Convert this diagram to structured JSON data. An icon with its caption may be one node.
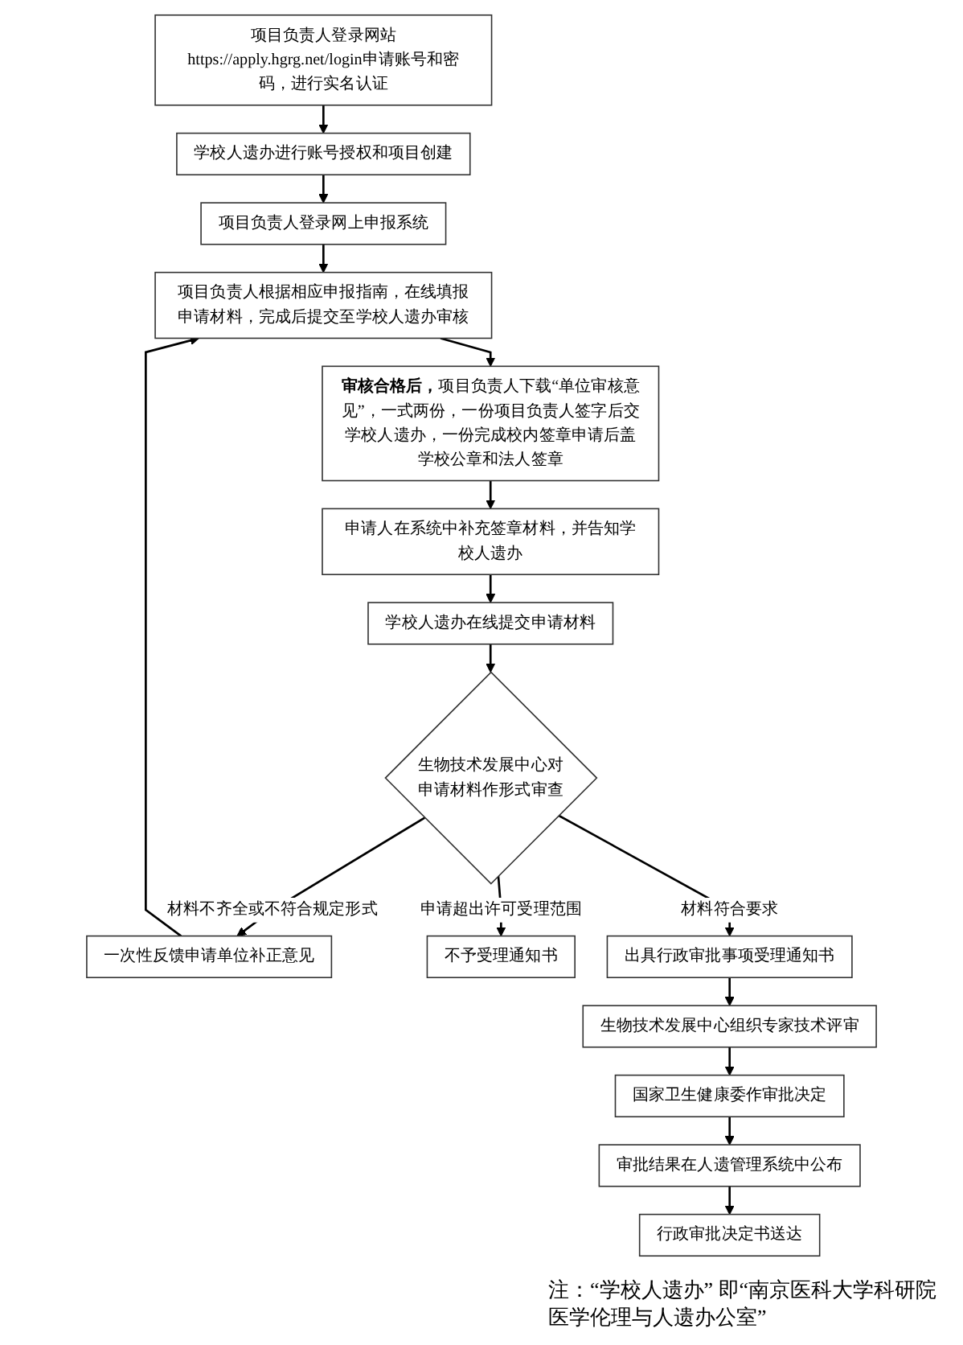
{
  "diagram": {
    "nodes": [
      {
        "text": [
          "项目负责人登录网站https://apply.hgrg.net/login申请账号和密码，进行实名认证"
        ]
      },
      {
        "text": [
          "学校人遗办进行账号授权和项目创建"
        ]
      },
      {
        "text": [
          "项目负责人登录网上申报系统"
        ]
      },
      {
        "text": [
          "项目负责人根据相应申报指南，在线填报申请材料，完成后提交至学校人遗办审核"
        ]
      },
      {
        "text": [
          "**审核合格后，**项目负责人下载“单位审核意见”，一式两份，一份项目负责人签字后交学校人遗办，一份完成校内签章申请后盖学校公章和法人签章"
        ]
      },
      {
        "text": [
          "申请人在系统中补充签章材料，并告知学校人遗办"
        ]
      },
      {
        "text": [
          "一次性反馈申请单位补正意见"
        ]
      },
      {
        "text": [
          "学校人遗办在线提交申请材料"
        ]
      },
      {
        "text": [
          "生物技术发展中心对申请材料作形式审查"
        ]
      },
      {
        "text": [
          "不予受理通知书"
        ]
      },
      {
        "text": [
          "出具行政审批事项受理通知书"
        ]
      },
      {
        "text": [
          "生物技术发展中心组织专家技术评审"
        ]
      },
      {
        "text": [
          "国家卫生健康委作审批决定"
        ]
      },
      {
        "text": [
          "审批结果在人遗管理系统中公布"
        ]
      },
      {
        "text": [
          "行政审批决定书送达"
        ]
      }
    ],
    "edges": [
      {
        "from": 0,
        "to": 1,
        "arrow": "to"
      },
      {
        "from": 1,
        "to": 2,
        "arrow": "to"
      },
      {
        "from": 2,
        "to": 3,
        "arrow": "to"
      },
      {
        "from": 3,
        "to": 4,
        "arrow": "to"
      },
      {
        "from": 4,
        "to": 5,
        "arrow": "to"
      },
      {
        "from": 5,
        "to": 7,
        "arrow": "to"
      },
      {
        "from": 7,
        "to": 8,
        "arrow": "to"
      },
      {
        "from": 8,
        "to": 6,
        "arrow": "to",
        "label": "材料不齐全或不符合规定形式"
      },
      {
        "from": 6,
        "to": 3,
        "arrow": "to"
      },
      {
        "from": 8,
        "to": 9,
        "arrow": "to",
        "label": "申请超出许可受理范围"
      },
      {
        "from": 8,
        "to": 10,
        "arrow": "to",
        "label": "材料符合要求"
      },
      {
        "from": 10,
        "to": 11,
        "arrow": "to"
      },
      {
        "from": 11,
        "to": 12,
        "arrow": "to"
      },
      {
        "from": 12,
        "to": 13,
        "arrow": "to"
      },
      {
        "from": 13,
        "to": 14,
        "arrow": "to"
      }
    ],
    "labels": [
      "注：“学校人遗办” 即“南京医科大学科研院医学伦理与人遗办公室”"
    ]
  }
}
